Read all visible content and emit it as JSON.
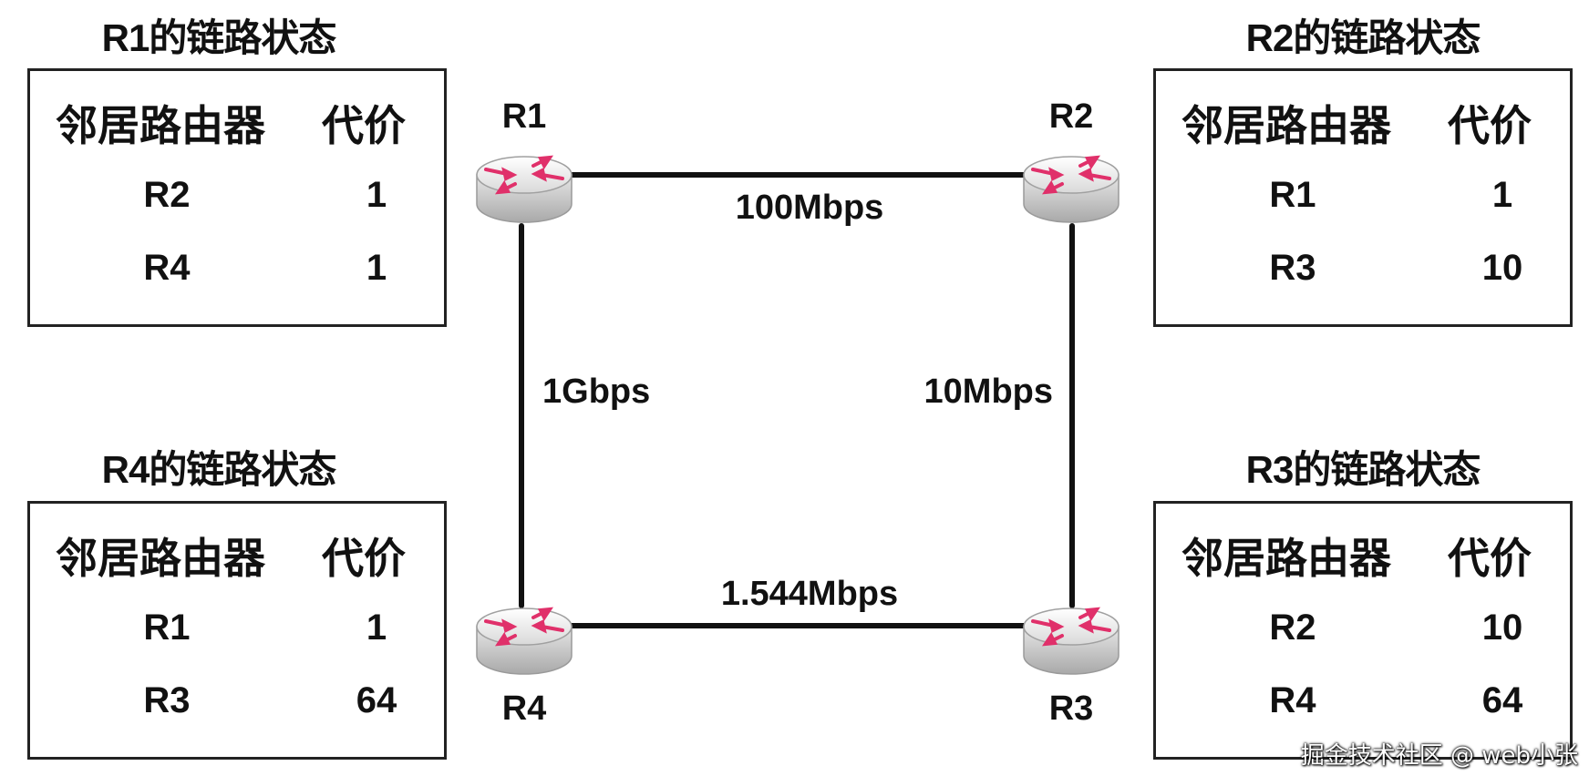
{
  "panels": [
    {
      "title": "R1的链路状态",
      "header": {
        "neighbor": "邻居路由器",
        "cost": "代价"
      },
      "rows": [
        {
          "neighbor": "R2",
          "cost": "1"
        },
        {
          "neighbor": "R4",
          "cost": "1"
        }
      ]
    },
    {
      "title": "R2的链路状态",
      "header": {
        "neighbor": "邻居路由器",
        "cost": "代价"
      },
      "rows": [
        {
          "neighbor": "R1",
          "cost": "1"
        },
        {
          "neighbor": "R3",
          "cost": "10"
        }
      ]
    },
    {
      "title": "R4的链路状态",
      "header": {
        "neighbor": "邻居路由器",
        "cost": "代价"
      },
      "rows": [
        {
          "neighbor": "R1",
          "cost": "1"
        },
        {
          "neighbor": "R3",
          "cost": "64"
        }
      ]
    },
    {
      "title": "R3的链路状态",
      "header": {
        "neighbor": "邻居路由器",
        "cost": "代价"
      },
      "rows": [
        {
          "neighbor": "R2",
          "cost": "10"
        },
        {
          "neighbor": "R4",
          "cost": "64"
        }
      ]
    }
  ],
  "routers": [
    "R1",
    "R2",
    "R3",
    "R4"
  ],
  "links": {
    "r1_r2": "100Mbps",
    "r2_r3": "10Mbps",
    "r3_r4": "1.544Mbps",
    "r1_r4": "1Gbps"
  },
  "watermark": "掘金技术社区 @ web小张",
  "colors": {
    "arrow": "#e0306a",
    "line": "#111111"
  },
  "icons": {
    "router": "router-icon"
  }
}
